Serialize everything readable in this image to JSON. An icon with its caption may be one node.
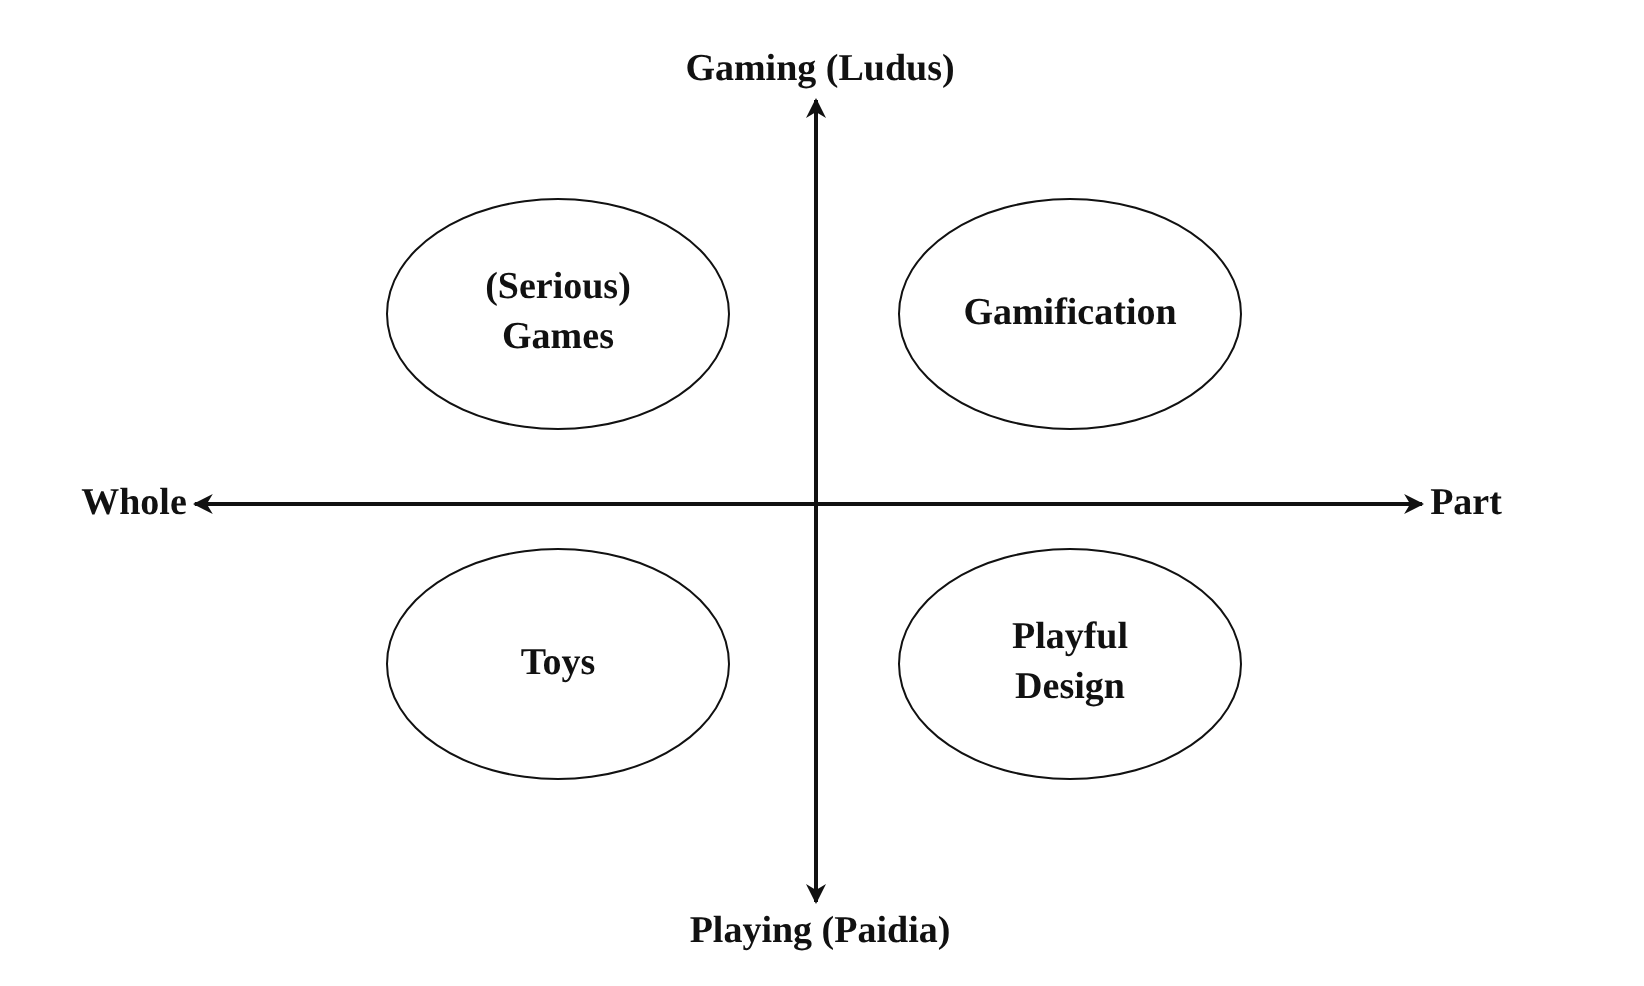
{
  "diagram": {
    "nodes": [
      {
        "text": [
          "Gaming (Ludus)"
        ]
      },
      {
        "text": [
          "(Serious) Games"
        ]
      },
      {
        "text": [
          "Gamification"
        ]
      },
      {
        "text": [
          "Whole"
        ]
      },
      {
        "text": [
          "Part"
        ]
      },
      {
        "text": [
          "Toys"
        ]
      },
      {
        "text": [
          "Playful Design"
        ]
      },
      {
        "text": [
          "Playing (Paidia)"
        ]
      }
    ],
    "edges": [
      {
        "from": 0,
        "to": 7,
        "arrow": "both"
      },
      {
        "from": 3,
        "to": 4,
        "arrow": "both"
      }
    ]
  }
}
